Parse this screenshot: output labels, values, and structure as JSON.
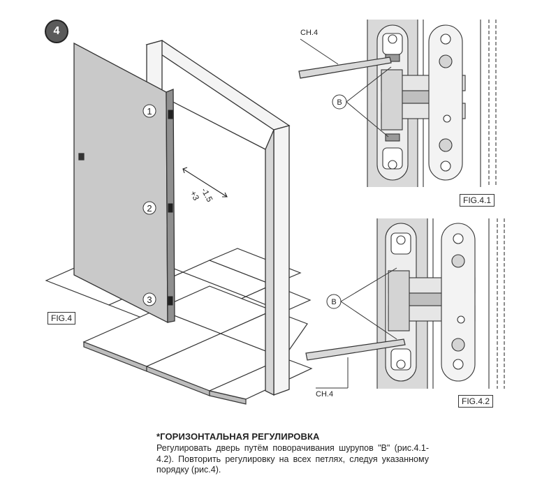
{
  "step_number": "4",
  "fig_main_label": "FIG.4",
  "fig_4_1_label": "FIG.4.1",
  "fig_4_2_label": "FIG.4.2",
  "hinge_markers": [
    "1",
    "2",
    "3"
  ],
  "adjust_plus": "+3",
  "adjust_minus": "-1.5",
  "tool_label_top": "CH.4",
  "tool_label_bottom": "CH.4",
  "screw_label_top": "B",
  "screw_label_bottom": "B",
  "caption": {
    "title": "*ГОРИЗОНТАЛЬНАЯ РЕГУЛИРОВКА",
    "body": "Регулировать дверь путём поворачивания шурупов \"B\" (рис.4.1-4.2). Повторить регулировку на всех петлях, следуя указанному порядку (рис.4)."
  }
}
